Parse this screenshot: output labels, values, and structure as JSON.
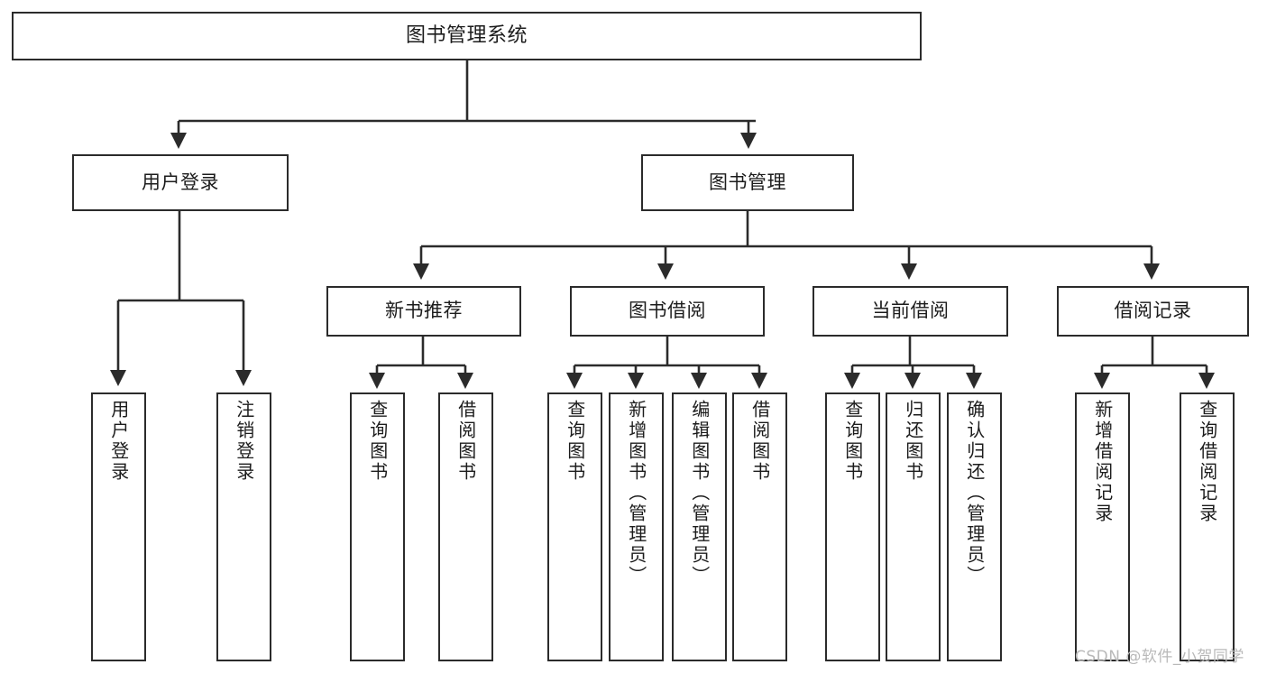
{
  "diagram": {
    "type": "tree-hierarchy",
    "root": {
      "id": "root",
      "label": "图书管理系统"
    },
    "level2": [
      {
        "id": "user-login",
        "label": "用户登录"
      },
      {
        "id": "book-management",
        "label": "图书管理"
      }
    ],
    "level3": [
      {
        "id": "new-book-recommend",
        "label": "新书推荐",
        "parent": "book-management"
      },
      {
        "id": "book-borrow",
        "label": "图书借阅",
        "parent": "book-management"
      },
      {
        "id": "current-borrow",
        "label": "当前借阅",
        "parent": "book-management"
      },
      {
        "id": "borrow-record",
        "label": "借阅记录",
        "parent": "book-management"
      }
    ],
    "leaves": [
      {
        "id": "leaf-user-login",
        "label": "用户登录",
        "parent": "user-login"
      },
      {
        "id": "leaf-logout-login",
        "label": "注销登录",
        "parent": "user-login"
      },
      {
        "id": "leaf-query-book-1",
        "label": "查询图书",
        "parent": "new-book-recommend"
      },
      {
        "id": "leaf-borrow-book-1",
        "label": "借阅图书",
        "parent": "new-book-recommend"
      },
      {
        "id": "leaf-query-book-2",
        "label": "查询图书",
        "parent": "book-borrow"
      },
      {
        "id": "leaf-add-book",
        "label": "新增图书（管理员）",
        "parent": "book-borrow"
      },
      {
        "id": "leaf-edit-book",
        "label": "编辑图书（管理员）",
        "parent": "book-borrow"
      },
      {
        "id": "leaf-borrow-book-2",
        "label": "借阅图书",
        "parent": "book-borrow"
      },
      {
        "id": "leaf-query-book-3",
        "label": "查询图书",
        "parent": "current-borrow"
      },
      {
        "id": "leaf-return-book",
        "label": "归还图书",
        "parent": "current-borrow"
      },
      {
        "id": "leaf-confirm-return",
        "label": "确认归还（管理员）",
        "parent": "current-borrow"
      },
      {
        "id": "leaf-add-record",
        "label": "新增借阅记录",
        "parent": "borrow-record"
      },
      {
        "id": "leaf-query-record",
        "label": "查询借阅记录",
        "parent": "borrow-record"
      }
    ],
    "colors": {
      "stroke": "#2b2b2b",
      "fill": "#ffffff",
      "text": "#1c1c1c",
      "watermark": "#b9b9b9"
    }
  },
  "watermark": {
    "text": "CSDN @软件_小贺同学"
  }
}
